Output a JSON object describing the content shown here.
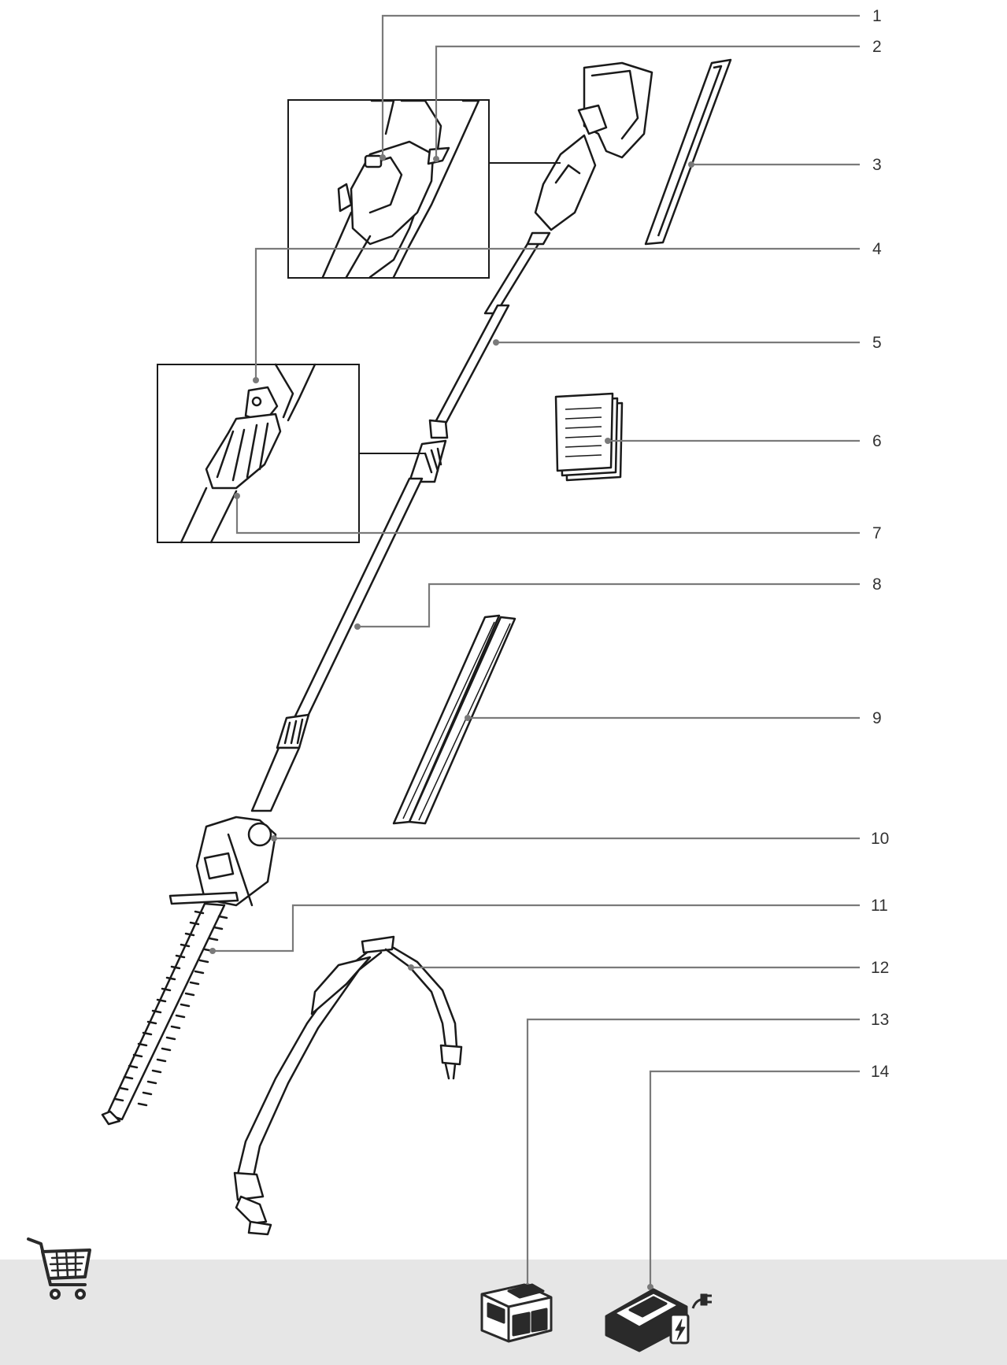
{
  "callouts": [
    {
      "id": "1",
      "label": "1"
    },
    {
      "id": "2",
      "label": "2"
    },
    {
      "id": "3",
      "label": "3"
    },
    {
      "id": "4",
      "label": "4"
    },
    {
      "id": "5",
      "label": "5"
    },
    {
      "id": "6",
      "label": "6"
    },
    {
      "id": "7",
      "label": "7"
    },
    {
      "id": "8",
      "label": "8"
    },
    {
      "id": "9",
      "label": "9"
    },
    {
      "id": "10",
      "label": "10"
    },
    {
      "id": "11",
      "label": "11"
    },
    {
      "id": "12",
      "label": "12"
    },
    {
      "id": "13",
      "label": "13"
    },
    {
      "id": "14",
      "label": "14"
    }
  ],
  "icons": {
    "cart": "shopping-cart-icon",
    "battery": "battery-icon",
    "charger": "charger-icon"
  },
  "colors": {
    "line": "#1a1a1a",
    "leader": "#7a7a7a",
    "band": "#e6e6e6"
  }
}
